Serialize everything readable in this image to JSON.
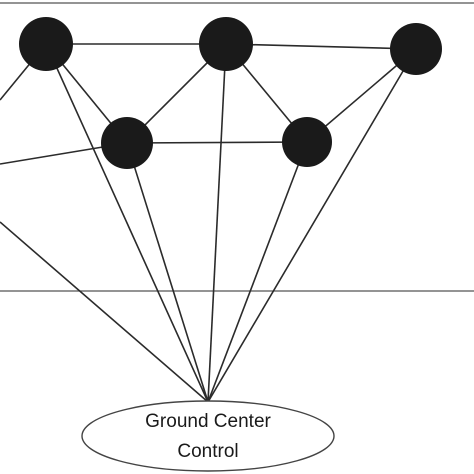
{
  "ground_station": {
    "label_line1": "Ground Center",
    "label_line2": "Control"
  },
  "nodes": [
    {
      "id": "top-left"
    },
    {
      "id": "top-middle"
    },
    {
      "id": "top-right"
    },
    {
      "id": "middle-left"
    },
    {
      "id": "middle-right"
    }
  ],
  "links": [
    [
      "top-left",
      "top-middle"
    ],
    [
      "top-middle",
      "top-right"
    ],
    [
      "top-left",
      "middle-left"
    ],
    [
      "top-middle",
      "middle-left"
    ],
    [
      "top-middle",
      "middle-right"
    ],
    [
      "top-right",
      "middle-right"
    ],
    [
      "middle-left",
      "middle-right"
    ]
  ],
  "ground_links": [
    "top-left",
    "top-middle",
    "top-right",
    "middle-left",
    "middle-right"
  ]
}
